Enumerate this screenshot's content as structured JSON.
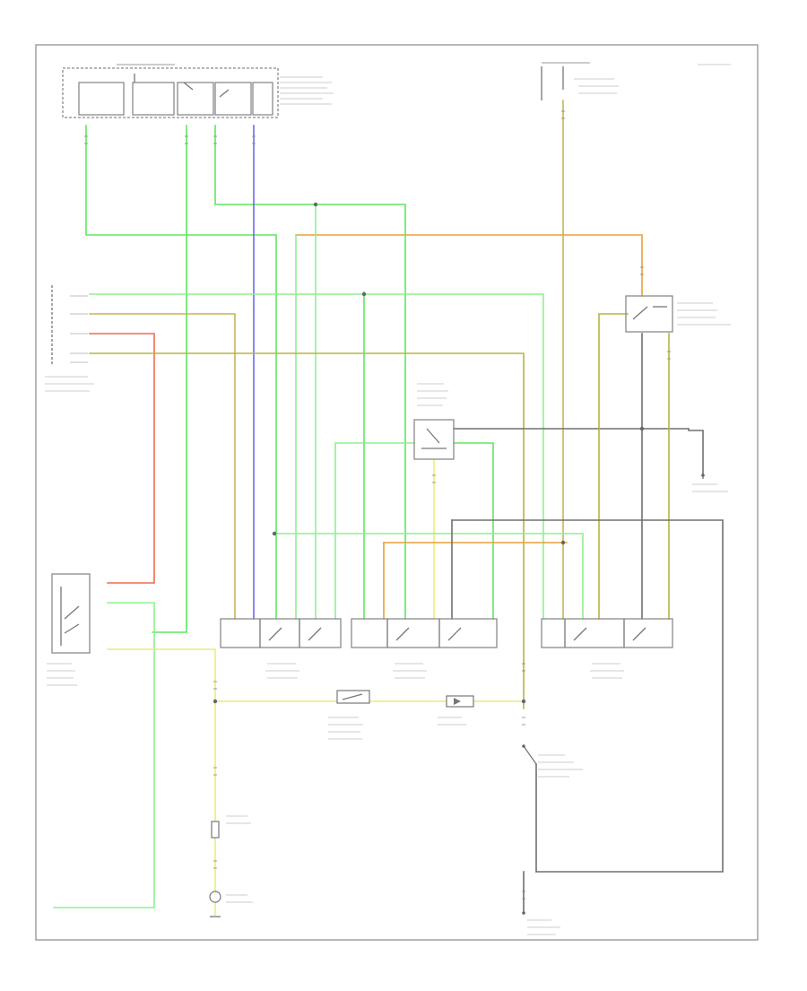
{
  "diagram": {
    "title": "",
    "wire_colors": {
      "green": "#5ee85e",
      "light_green": "#8ff08f",
      "blue": "#6a6aee",
      "orange": "#e8a13a",
      "tan": "#c8b25a",
      "olive": "#b5b540",
      "red": "#ef6a55",
      "yellow": "#ecec7a",
      "black": "#707070"
    },
    "components": [
      {
        "id": "fuse-box",
        "label": ""
      },
      {
        "id": "ignition-switch",
        "label": ""
      },
      {
        "id": "body-control-module",
        "label": ""
      },
      {
        "id": "ac-pressure-switch",
        "label": ""
      },
      {
        "id": "relay-block-left",
        "label": ""
      },
      {
        "id": "relay-block-center",
        "label": ""
      },
      {
        "id": "relay-block-right",
        "label": ""
      },
      {
        "id": "center-relay-module",
        "label": ""
      },
      {
        "id": "upper-right-relay",
        "label": ""
      },
      {
        "id": "ac-compressor",
        "label": ""
      },
      {
        "id": "thermo-switch",
        "label": ""
      },
      {
        "id": "diode",
        "label": ""
      },
      {
        "id": "ground-left",
        "label": ""
      },
      {
        "id": "ground-right",
        "label": ""
      }
    ]
  }
}
